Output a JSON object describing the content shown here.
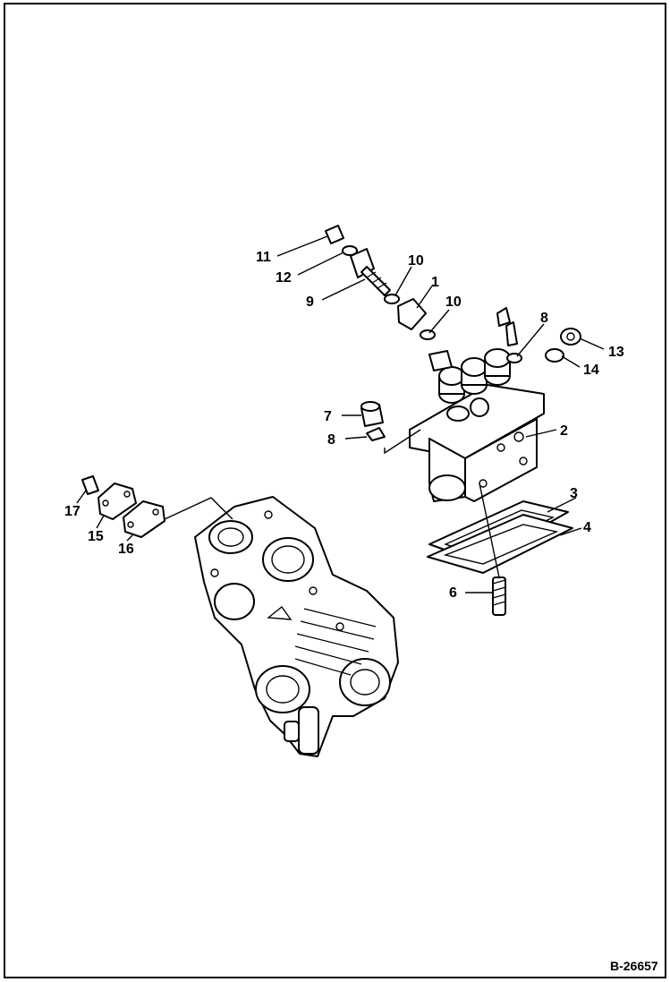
{
  "callouts": {
    "c1": "1",
    "c2": "2",
    "c3": "3",
    "c4": "4",
    "c6": "6",
    "c7": "7",
    "c8a": "8",
    "c8b": "8",
    "c9": "9",
    "c10a": "10",
    "c10b": "10",
    "c11": "11",
    "c12": "12",
    "c13": "13",
    "c14": "14",
    "c15": "15",
    "c16": "16",
    "c17": "17"
  },
  "reference": "B-26657"
}
